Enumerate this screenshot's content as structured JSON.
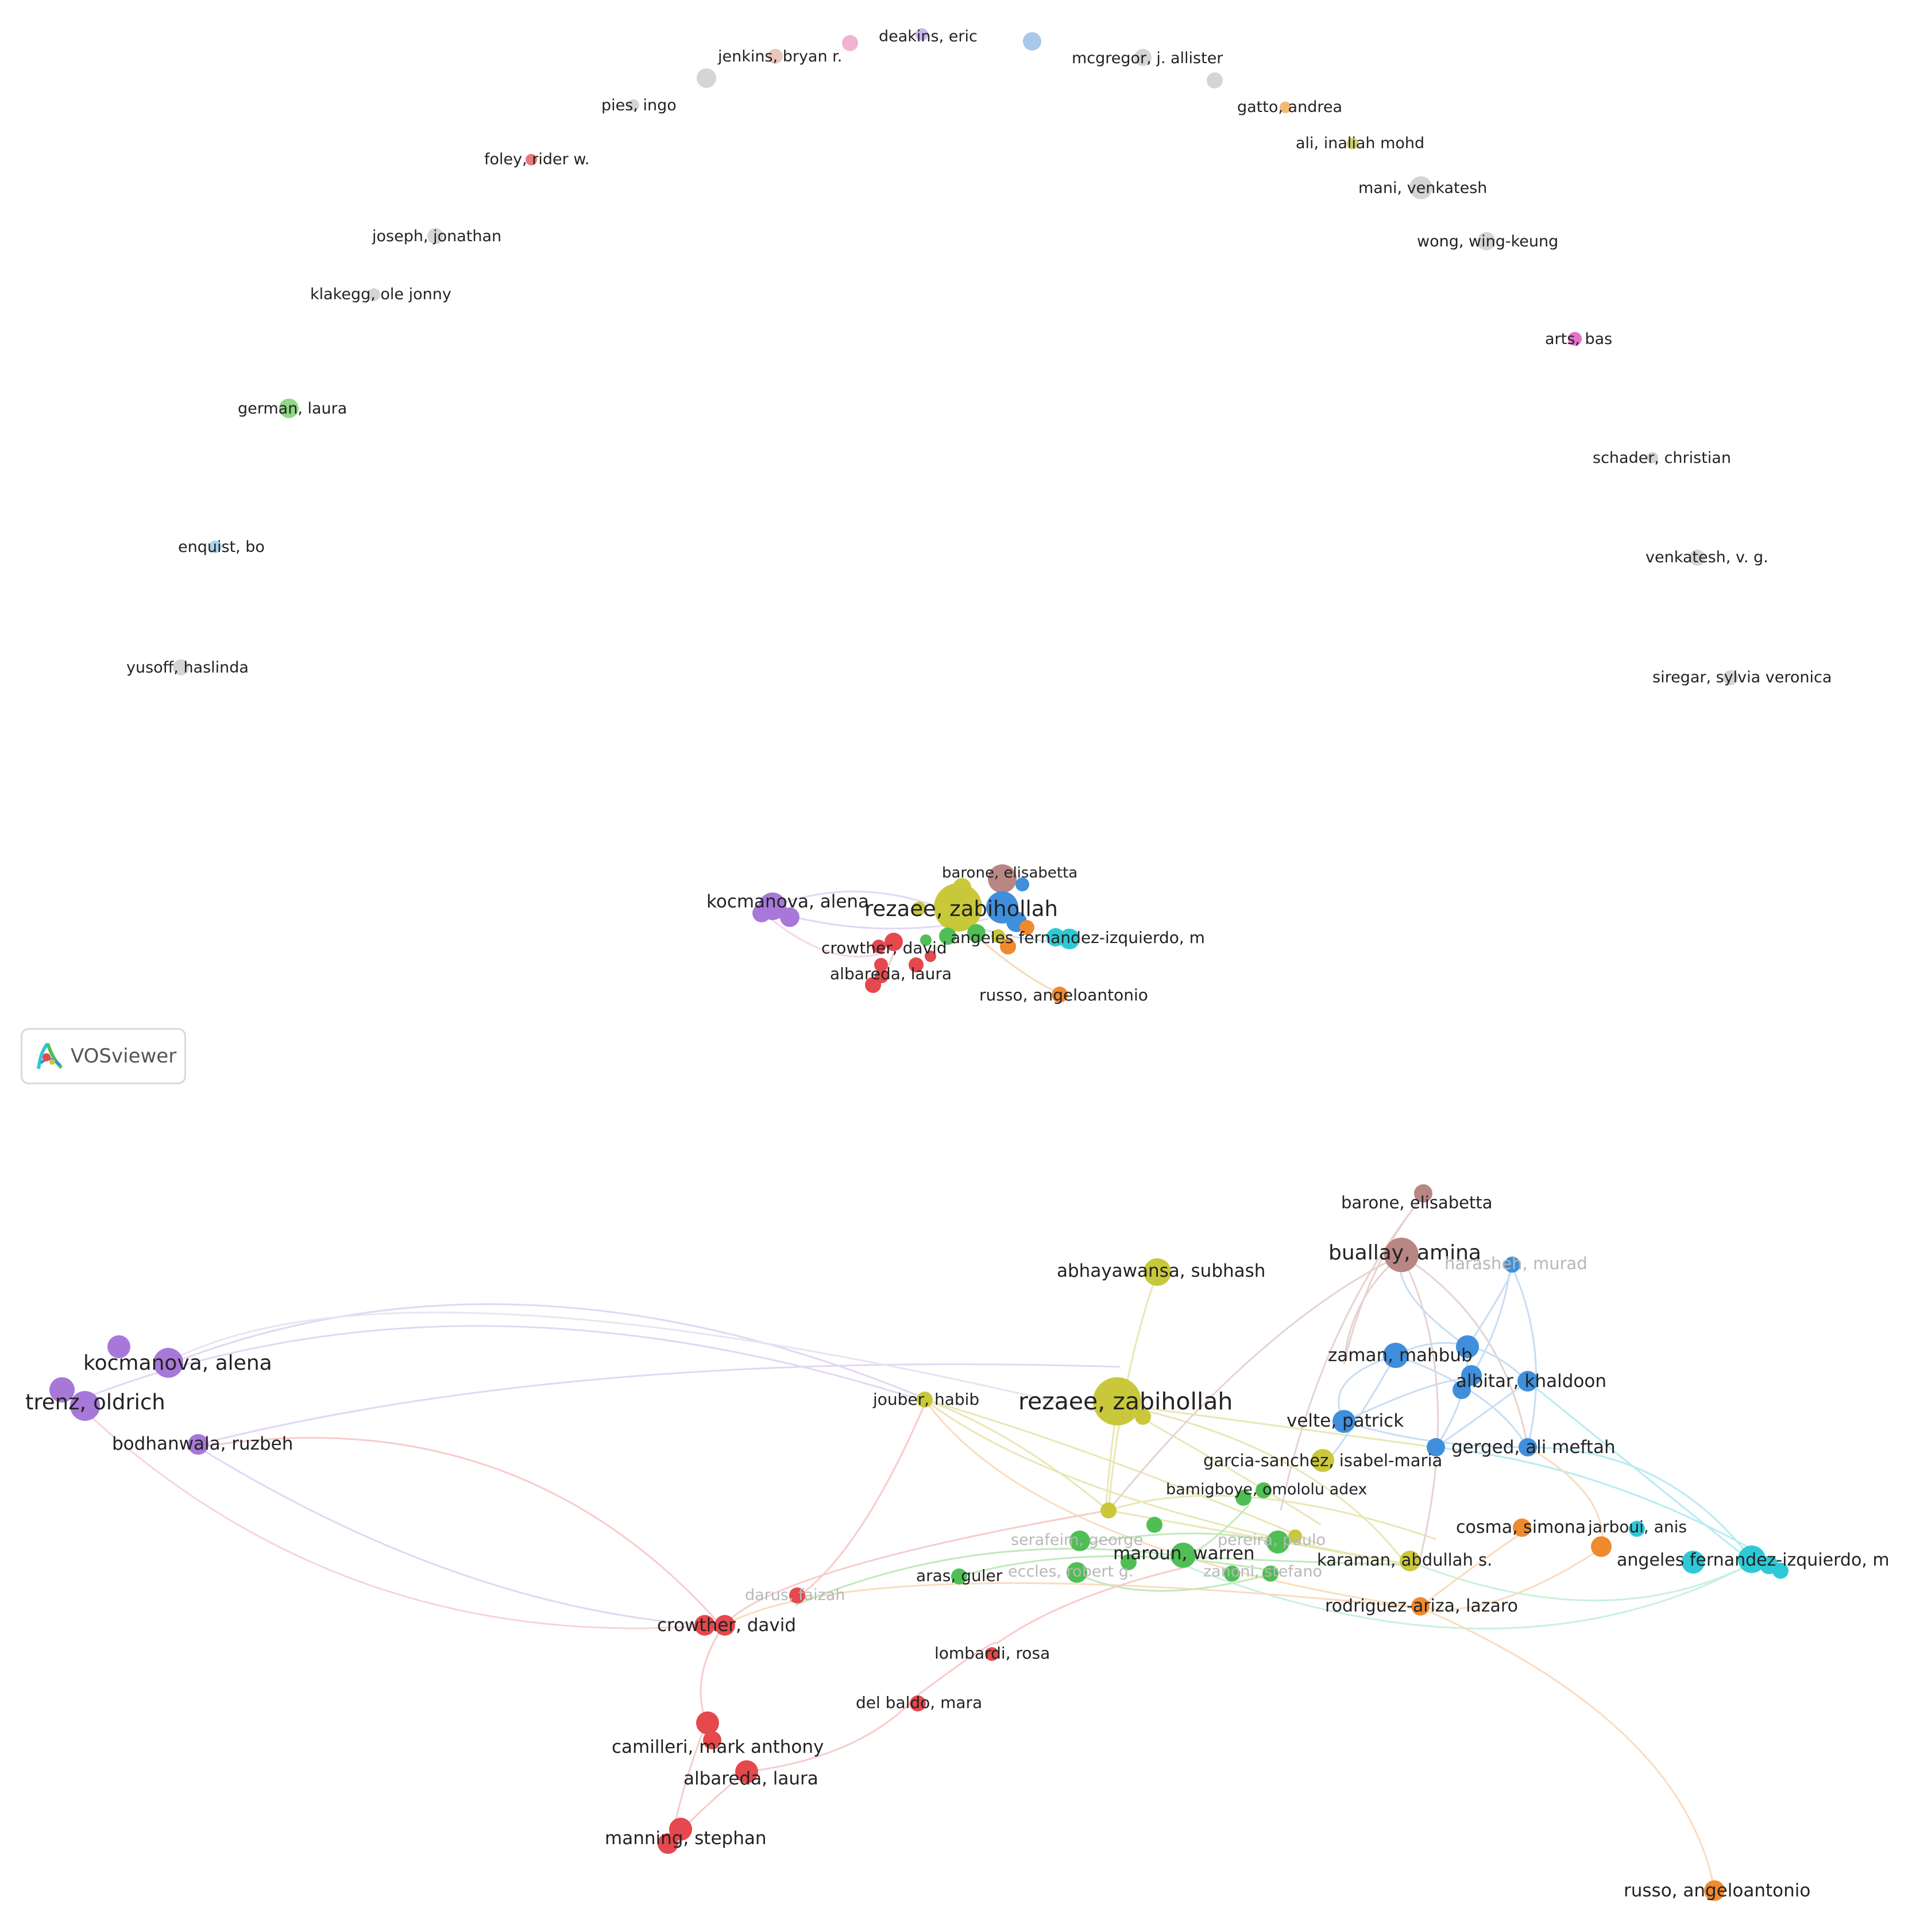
{
  "app": "VOSviewer",
  "colors": {
    "red": "#e5484d",
    "green": "#4fbf55",
    "blue": "#3f8fdc",
    "yellow": "#c9c83a",
    "purple": "#a778d9",
    "cyan": "#2ec9d6",
    "orange": "#ef8a2e",
    "brown": "#c08a84",
    "pink": "#e472c8",
    "grey": "#cfcfcf",
    "lightblue": "#9cc3ea",
    "lightgreen": "#8fd884",
    "peach": "#f2b978",
    "lightpink": "#f1b3d3",
    "lightpurple": "#cbb7ea",
    "olive": "#d1d06a",
    "skyblue": "#a6d5ec"
  },
  "top_view": {
    "isolated_authors": [
      "jenkins, bryan r.",
      "deakins, eric",
      "mcgregor, j. allister",
      "pies, ingo",
      "gatto, andrea",
      "ali, inaliah mohd",
      "foley, rider w.",
      "mani, venkatesh",
      "joseph, jonathan",
      "wong, wing-keung",
      "klakegg, ole jonny",
      "arts, bas",
      "german, laura",
      "schader, christian",
      "enquist, bo",
      "venkatesh, v. g.",
      "yusoff, haslinda",
      "siregar, sylvia veronica"
    ],
    "cluster_labels": [
      "barone, elisabetta",
      "kocmanova, alena",
      "rezaee, zabihollah",
      "crowther, david",
      "angeles fernandez-izquierdo, m",
      "albareda, laura",
      "russo, angeloantonio"
    ]
  },
  "bottom_view": {
    "authors": [
      "barone, elisabetta",
      "buallay, amina",
      "harasheh, murad",
      "abhayawansa, subhash",
      "kocmanova, alena",
      "trenz, oldrich",
      "bodhanwala, ruzbeh",
      "zaman, mahbub",
      "albitar, khaldoon",
      "jouber, habib",
      "rezaee, zabihollah",
      "velte, patrick",
      "gerged, ali meftah",
      "garcia-sanchez, isabel-maria",
      "bamigboye, omololu adex",
      "serafeim, george",
      "pereira, paulo",
      "cosma, simona",
      "jarboui, anis",
      "maroun, warren",
      "karaman, abdullah s.",
      "angeles fernandez-izquierdo, m",
      "aras, guler",
      "eccles, robert g.",
      "zanoni, stefano",
      "darus, faizah",
      "rodriguez-ariza, lazaro",
      "crowther, david",
      "lombardi, rosa",
      "del baldo, mara",
      "camilleri, mark anthony",
      "albareda, laura",
      "manning, stephan",
      "russo, angeloantonio"
    ]
  }
}
